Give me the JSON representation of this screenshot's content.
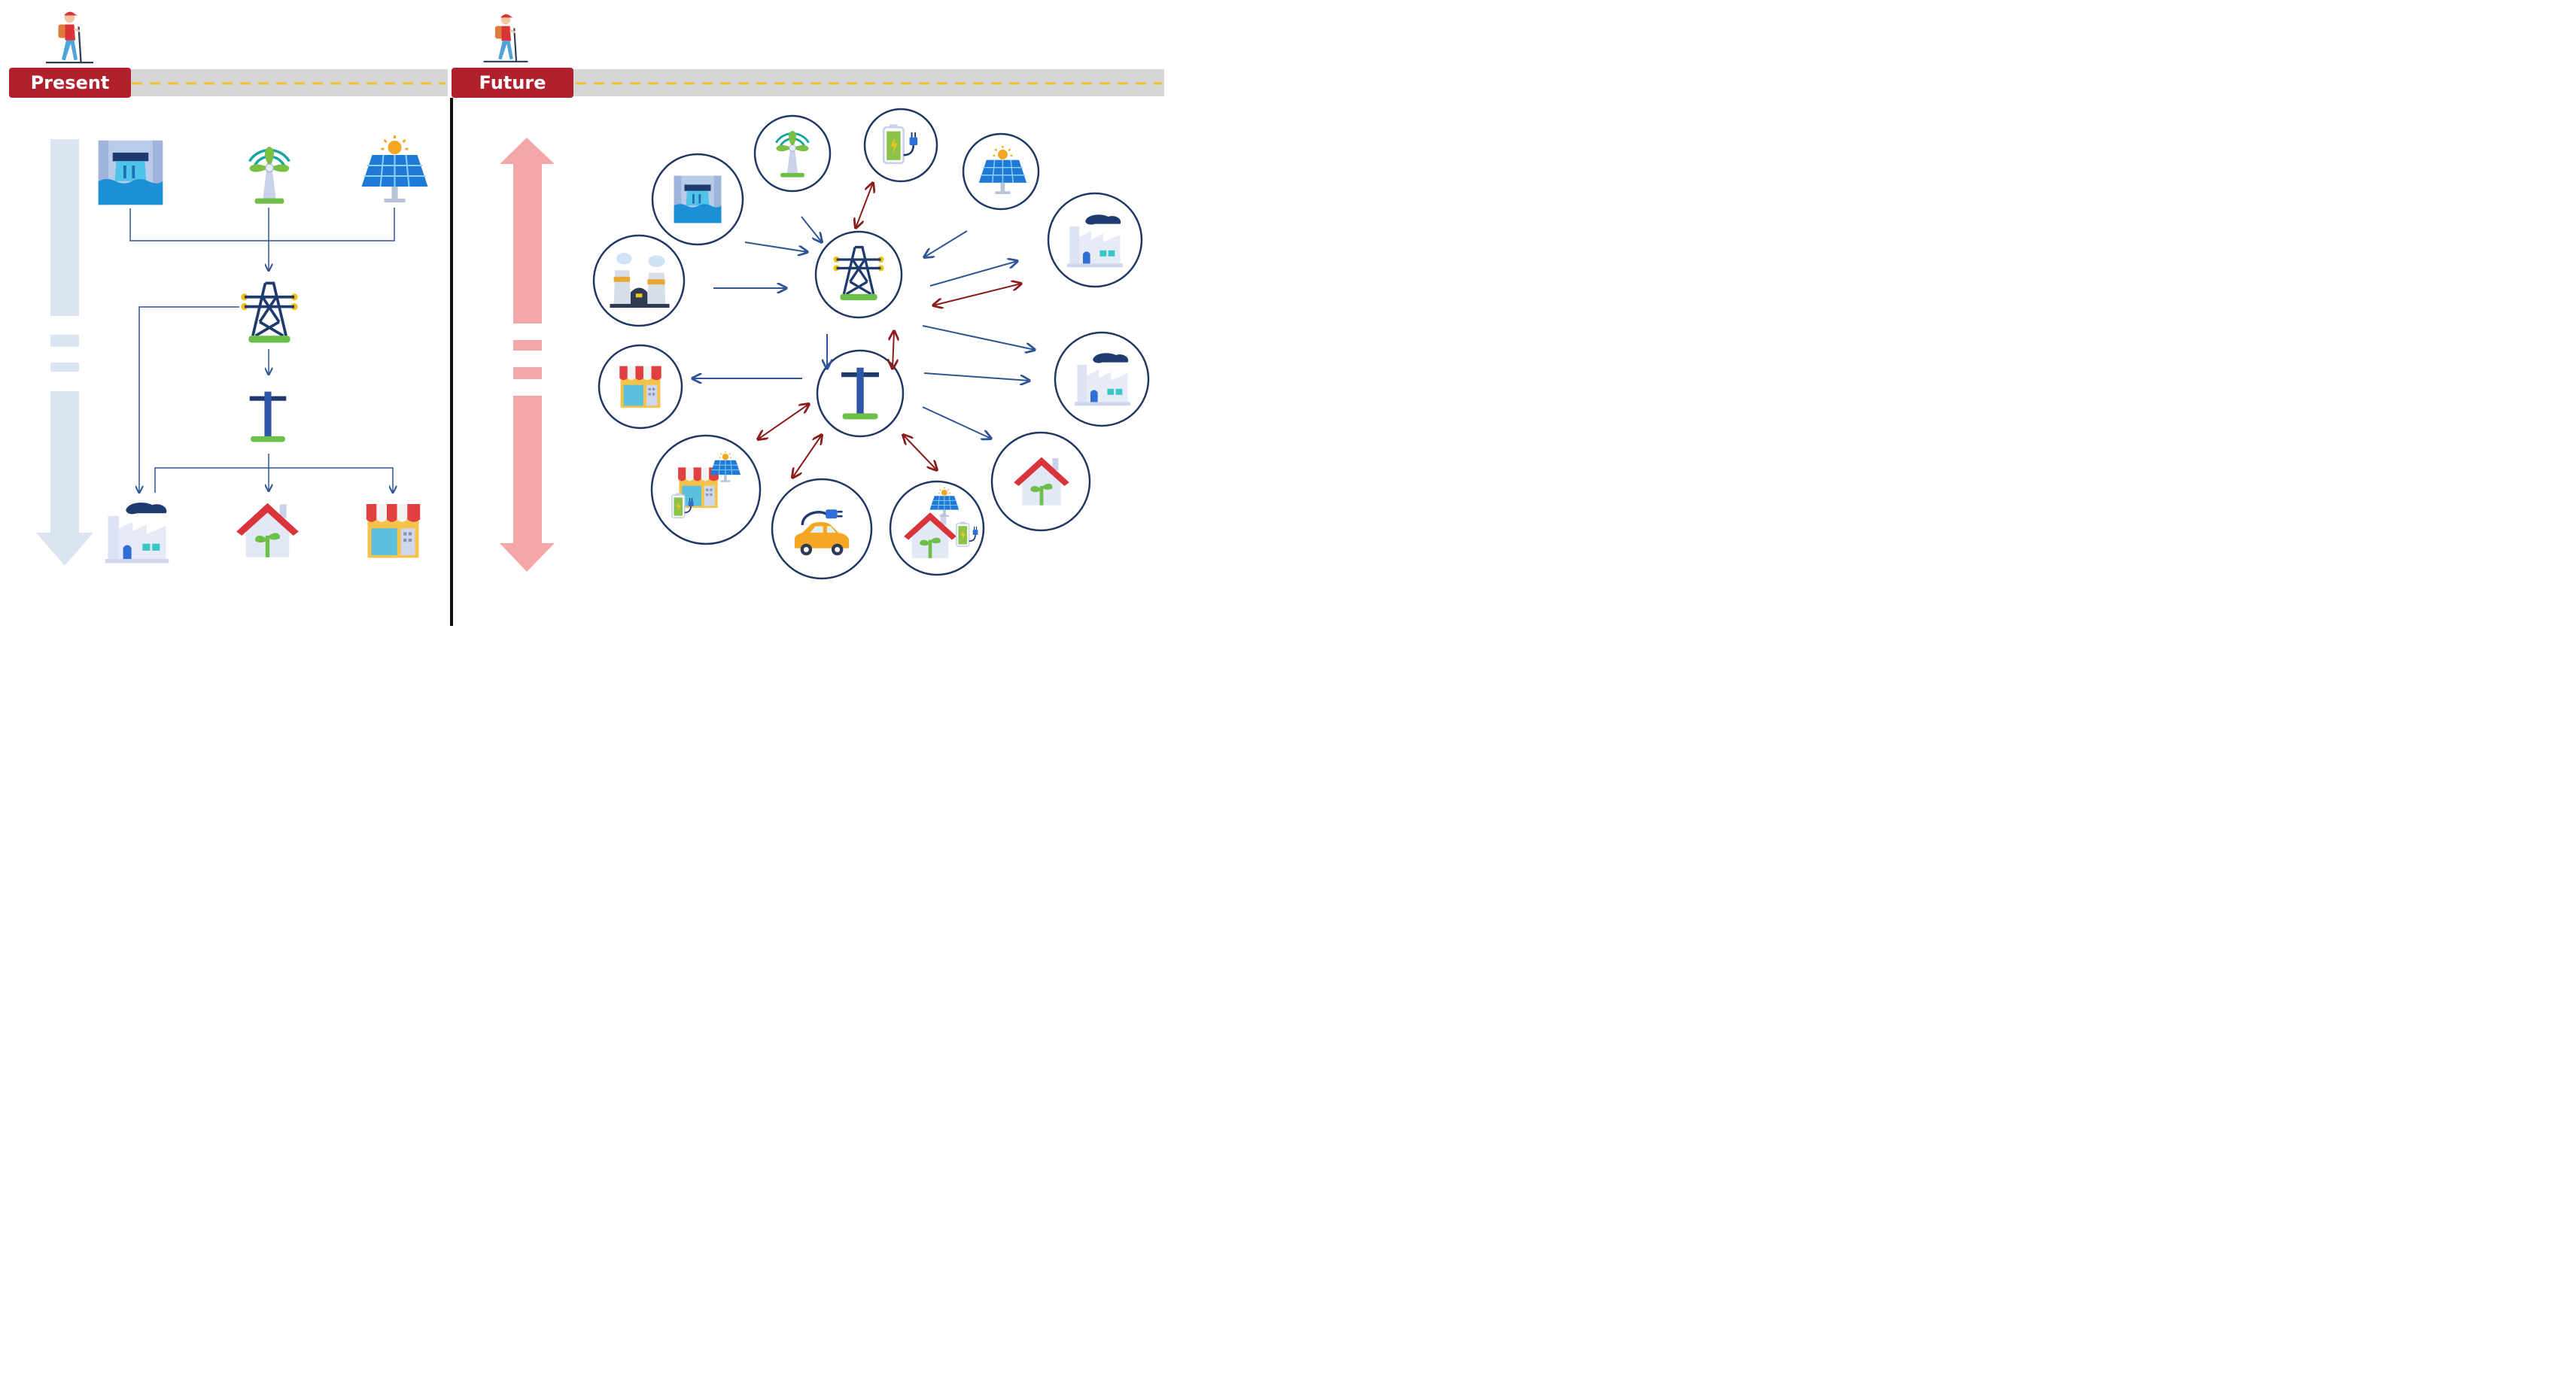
{
  "stages": {
    "present_label": "Present",
    "future_label": "Future"
  },
  "colors": {
    "stage_badge": "#b21f2d",
    "road": "#d6d6d6",
    "road_dash": "#f2c230",
    "flow_arrow": "#2f5597",
    "bidirectional_arrow": "#8b1c1c",
    "node_ring": "#1f3864",
    "present_direction_arrow": "#dbe4f1",
    "future_direction_arrow": "#f4a7a7",
    "divider": "#111111"
  },
  "present": {
    "sources": [
      "hydro-dam-icon",
      "wind-turbine-icon",
      "solar-panel-icon"
    ],
    "transmission": "transmission-tower-icon",
    "distribution": "utility-pole-icon",
    "consumers": [
      "factory-icon",
      "house-icon",
      "shop-icon"
    ],
    "flow": "one-way"
  },
  "future": {
    "hub_nodes": [
      "transmission-tower-icon",
      "utility-pole-icon"
    ],
    "generation_nodes": [
      "hydro-dam-icon",
      "wind-turbine-icon",
      "battery-icon",
      "solar-panel-icon",
      "power-plant-icon"
    ],
    "consumer_nodes": [
      "factory-icon",
      "factory-icon",
      "house-icon",
      "shop-icon"
    ],
    "prosumer_nodes": [
      "shop-with-solar-battery-icon",
      "electric-car-icon",
      "house-with-solar-battery-icon"
    ],
    "flow": "bidirectional"
  }
}
